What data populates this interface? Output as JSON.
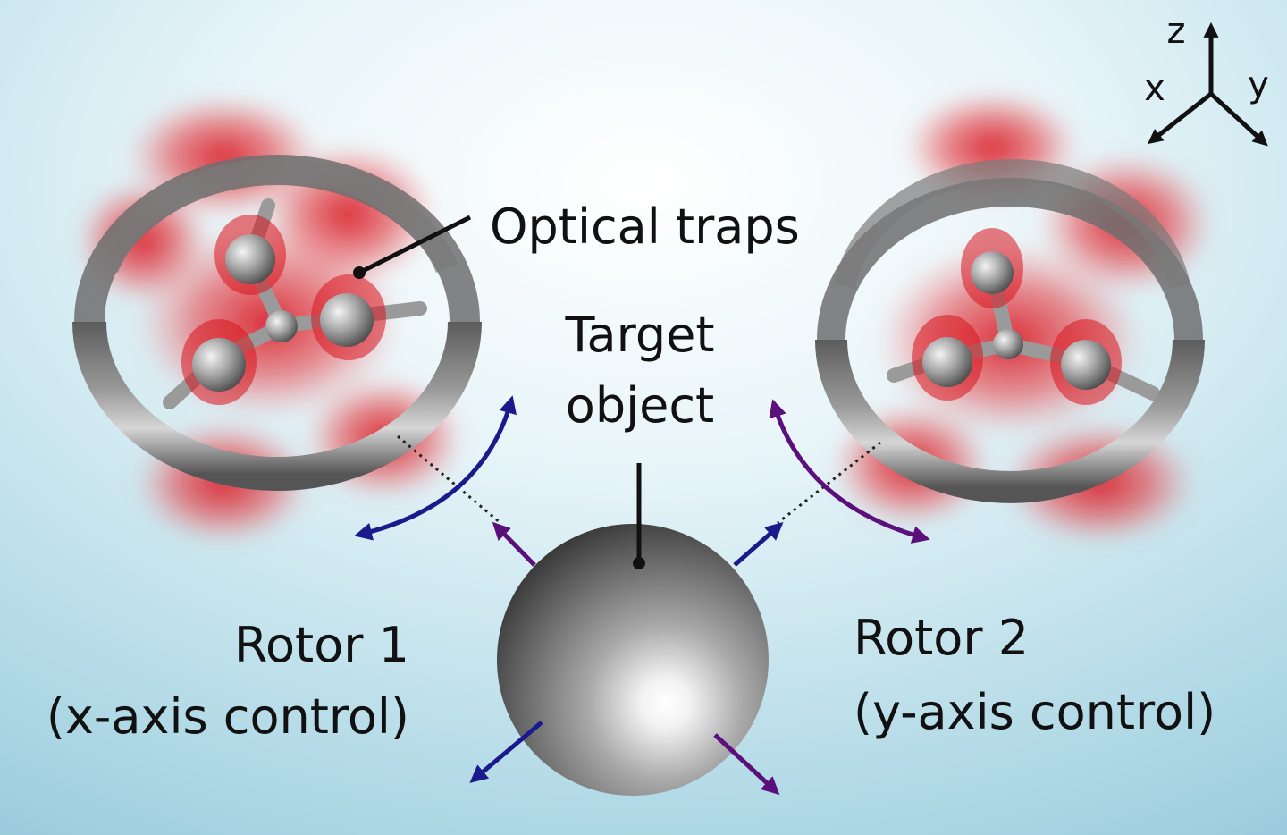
{
  "axes": {
    "z": "z",
    "x": "x",
    "y": "y"
  },
  "labels": {
    "optical_traps": "Optical traps",
    "target_line1": "Target",
    "target_line2": "object",
    "rotor1_line1": "Rotor 1",
    "rotor1_line2": "(x-axis control)",
    "rotor2_line1": "Rotor 2",
    "rotor2_line2": "(y-axis control)"
  },
  "colors": {
    "blue_arrow": "#1a1a8c",
    "purple_arrow": "#5a0f7a",
    "trap_red": "#d8141e",
    "metal": "#8c8c8c",
    "background_top": "#ffffff",
    "background_bottom": "#9fd0e0"
  }
}
